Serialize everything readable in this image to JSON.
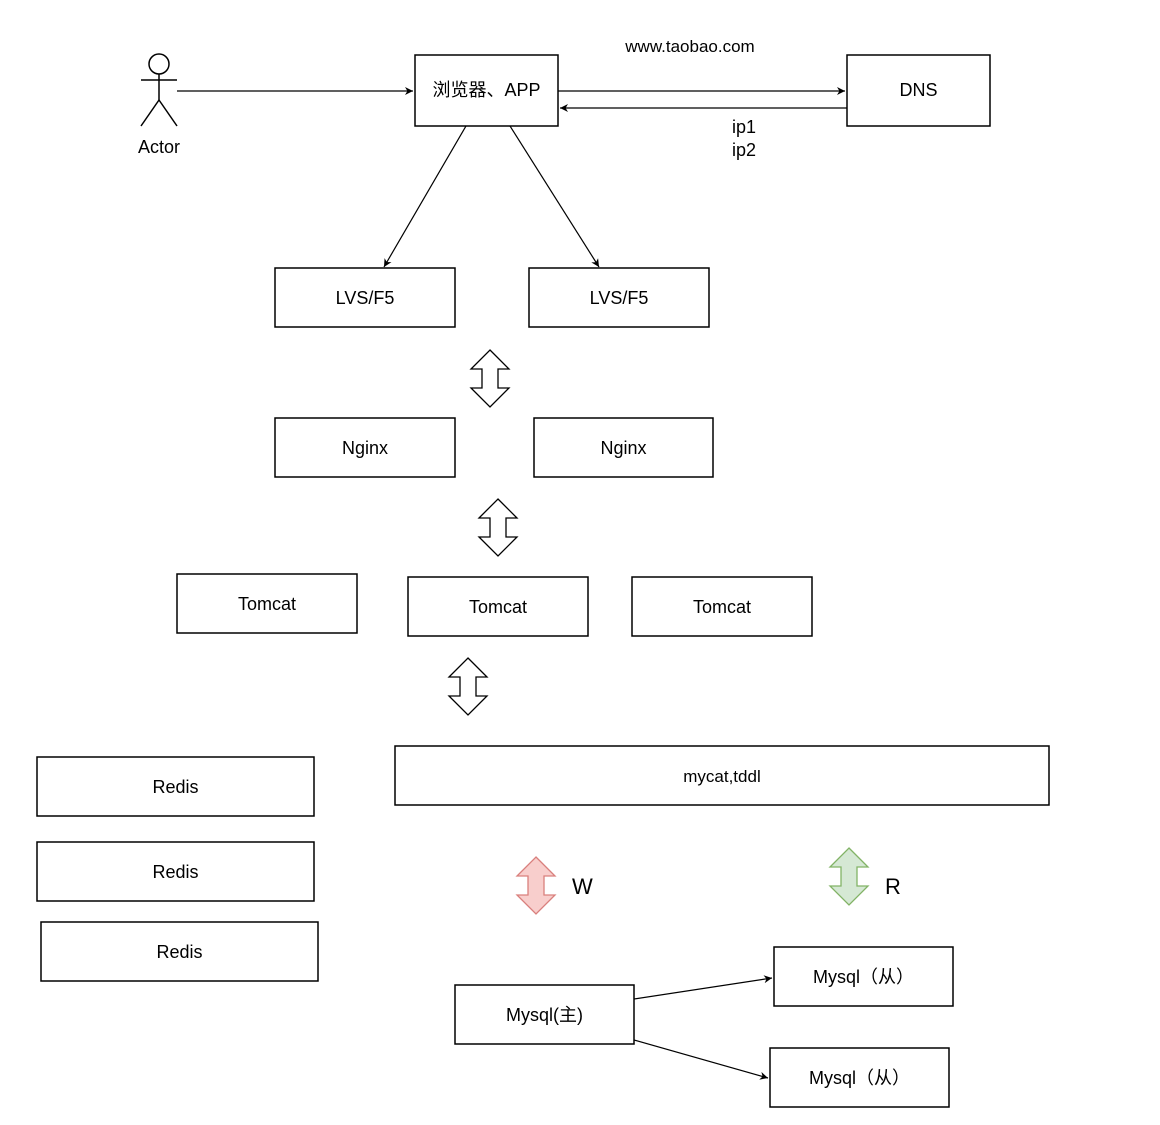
{
  "actor": {
    "label": "Actor"
  },
  "client": {
    "label": "浏览器、APP"
  },
  "dns": {
    "label": "DNS",
    "domain_label": "www.taobao.com",
    "ip_lines": [
      "ip1",
      "ip2"
    ]
  },
  "load_balancers": [
    {
      "label": "LVS/F5"
    },
    {
      "label": "LVS/F5"
    }
  ],
  "nginx": [
    {
      "label": "Nginx"
    },
    {
      "label": "Nginx"
    }
  ],
  "tomcats": [
    {
      "label": "Tomcat"
    },
    {
      "label": "Tomcat"
    },
    {
      "label": "Tomcat"
    }
  ],
  "redis": [
    {
      "label": "Redis"
    },
    {
      "label": "Redis"
    },
    {
      "label": "Redis"
    }
  ],
  "middleware": {
    "label": "mycat,tddl"
  },
  "write_arrow": {
    "label": "W",
    "color": "#f8cecc",
    "stroke": "#d9807d"
  },
  "read_arrow": {
    "label": "R",
    "color": "#d5e8d4",
    "stroke": "#82b366"
  },
  "mysql_master": {
    "label": "Mysql(主)"
  },
  "mysql_slaves": [
    {
      "label": "Mysql（从）"
    },
    {
      "label": "Mysql（从）"
    }
  ]
}
